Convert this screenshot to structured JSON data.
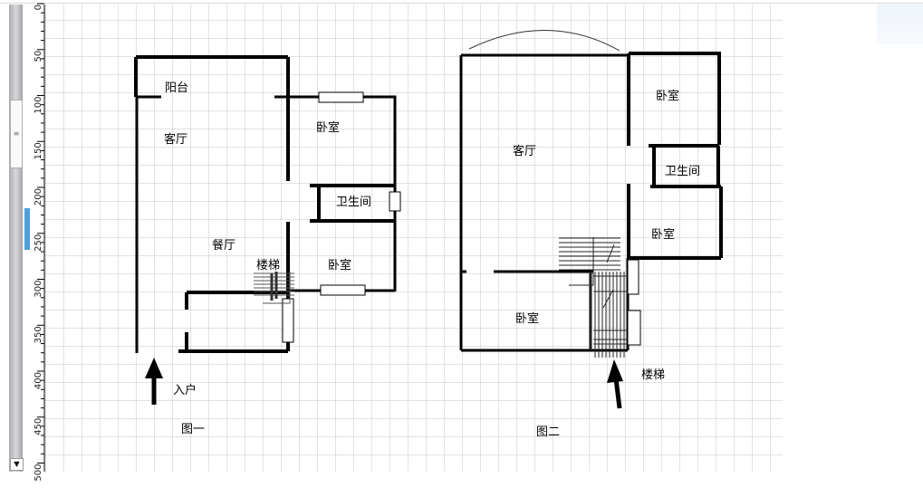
{
  "ruler": {
    "labels": [
      "0",
      "50",
      "100",
      "150",
      "200",
      "250",
      "300",
      "350",
      "400",
      "450",
      "500"
    ]
  },
  "plan1": {
    "caption": "图一",
    "rooms": {
      "balcony": "阳台",
      "living": "客厅",
      "bedroom_top": "卧室",
      "bathroom": "卫生间",
      "dining": "餐厅",
      "stairs": "楼梯",
      "bedroom_bottom": "卧室"
    },
    "entrance": "入户"
  },
  "plan2": {
    "caption": "图二",
    "rooms": {
      "bedroom_top": "卧室",
      "living": "客厅",
      "bathroom": "卫生间",
      "bedroom_mid": "卧室",
      "bedroom_bottom": "卧室",
      "stairs": "楼梯"
    }
  },
  "colors": {
    "grid": "#c4c4c4",
    "wall": "#000000",
    "marker": "#4ea0dc"
  }
}
